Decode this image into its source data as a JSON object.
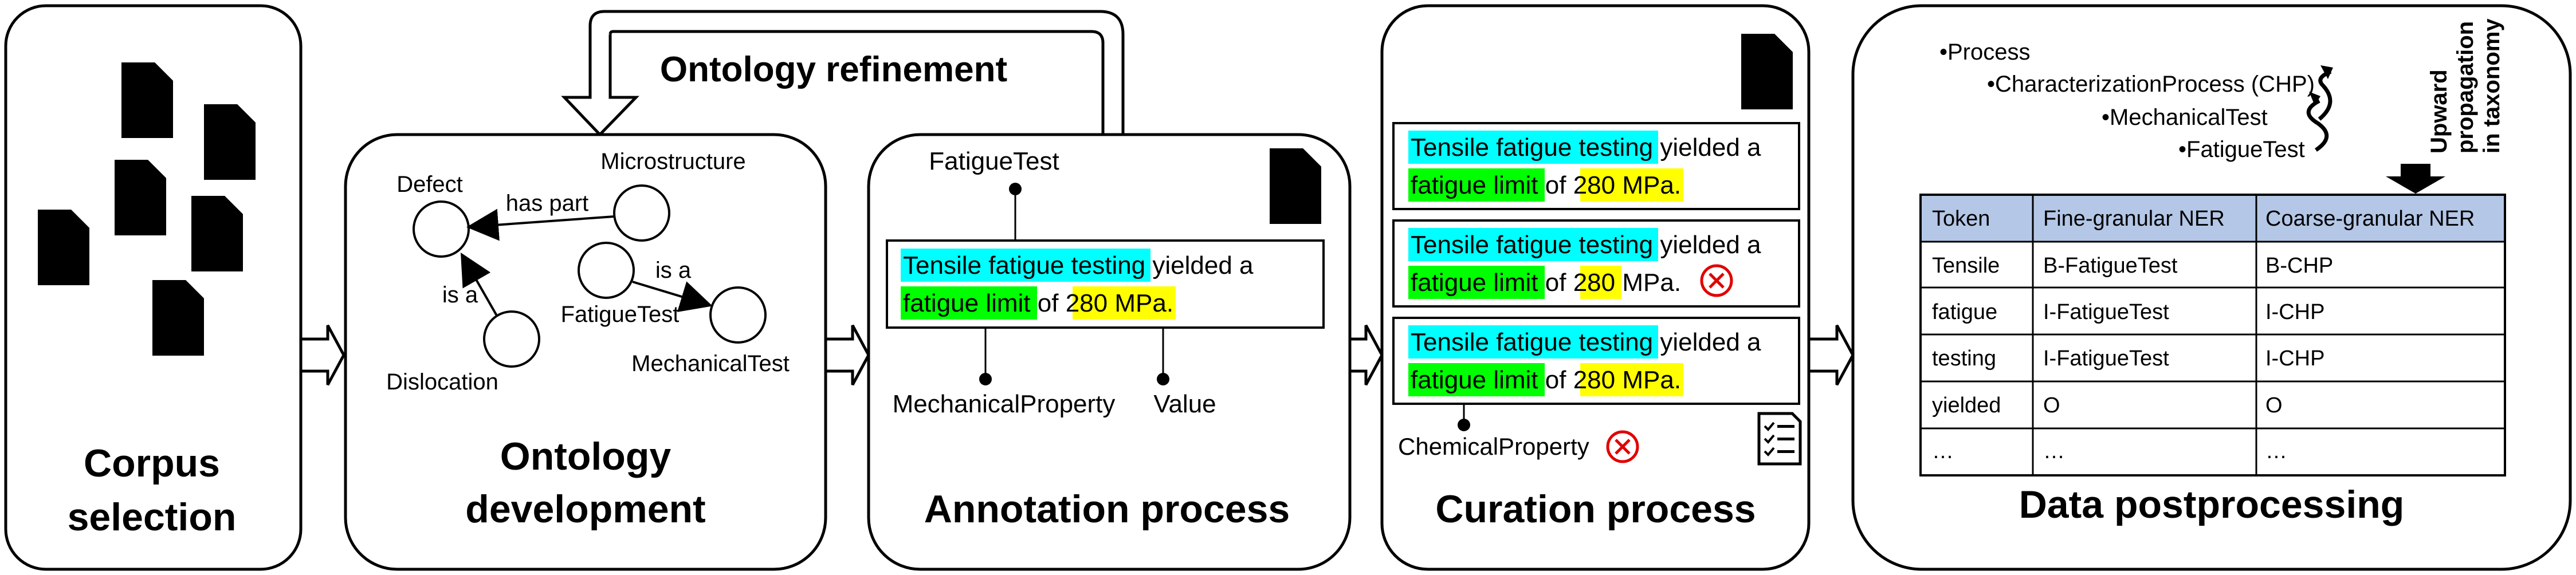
{
  "stages": {
    "corpus": {
      "line1": "Corpus",
      "line2": "selection"
    },
    "ontology": {
      "line1": "Ontology",
      "line2": "development"
    },
    "annotation": {
      "title": "Annotation process"
    },
    "curation": {
      "title": "Curation process"
    },
    "postprocessing": {
      "title": "Data postprocessing"
    }
  },
  "refinement_label": "Ontology refinement",
  "ontology_graph": {
    "defect": "Defect",
    "microstructure": "Microstructure",
    "has_part": "has part",
    "is_a_1": "is a",
    "is_a_2": "is a",
    "dislocation": "Dislocation",
    "fatiguetest": "FatigueTest",
    "mechanicaltest": "MechanicalTest"
  },
  "sentence": {
    "s1": "Tensile fatigue testing",
    "s2": " yielded a",
    "s3": "fatigue limit",
    "s4": " of ",
    "s5": "280 MPa",
    "s5a": "280",
    "s5b": " MPa",
    "s6": "."
  },
  "annotation_labels": {
    "top": "FatigueTest",
    "left": "MechanicalProperty",
    "right": "Value"
  },
  "curation_error_label": "ChemicalProperty",
  "taxonomy": {
    "items": [
      "•Process",
      "•CharacterizationProcess (CHP)",
      "•MechanicalTest",
      "•FatigueTest"
    ],
    "propagation": [
      "Upward",
      "propagation",
      "in taxonomy"
    ]
  },
  "ner_table": {
    "headers": [
      "Token",
      "Fine-granular NER",
      "Coarse-granular NER"
    ],
    "rows": [
      [
        "Tensile",
        "B-FatigueTest",
        "B-CHP"
      ],
      [
        "fatigue",
        "I-FatigueTest",
        "I-CHP"
      ],
      [
        "testing",
        "I-FatigueTest",
        "I-CHP"
      ],
      [
        "yielded",
        "O",
        "O"
      ],
      [
        "…",
        "…",
        "…"
      ]
    ]
  },
  "colors": {
    "entity_highlight": "#00ffff",
    "property_highlight": "#00ff00",
    "value_highlight": "#ffff00",
    "error_red": "#e00000",
    "table_header": "#b4c7e7",
    "gray_document": "#a0a0a0"
  },
  "icons": [
    "document-icon",
    "checklist-icon",
    "error-x-icon",
    "arrow-right-icon",
    "arrow-down-icon",
    "curved-arrow-icon"
  ]
}
